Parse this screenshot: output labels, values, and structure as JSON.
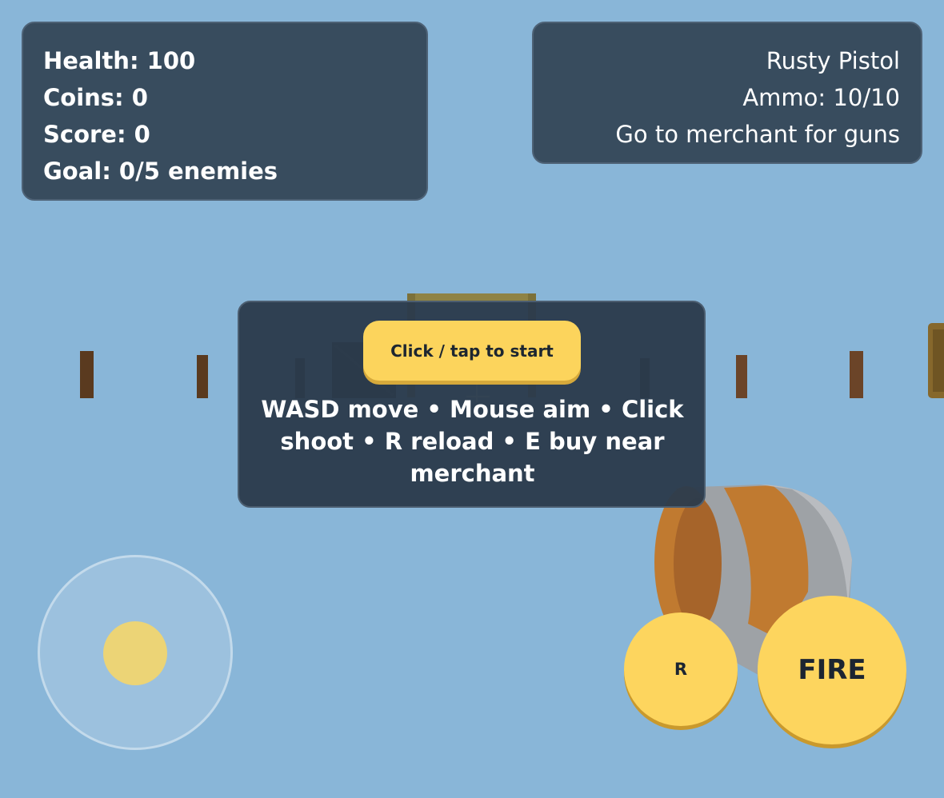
{
  "hud": {
    "health": "Health: 100",
    "coins": "Coins: 0",
    "score": "Score: 0",
    "goal": "Goal: 0/5 enemies"
  },
  "weapon": {
    "name": "Rusty Pistol",
    "ammo": "Ammo: 10/10",
    "hint": "Go to merchant for guns"
  },
  "overlay": {
    "start_label": "Click / tap to start",
    "controls_help": "WASD move • Mouse aim • Click shoot • R reload • E buy near merchant"
  },
  "touch_controls": {
    "reload_label": "R",
    "fire_label": "FIRE"
  },
  "colors": {
    "sky": "#89b6d8",
    "panel": "#384c5e",
    "accent": "#fcd45c",
    "barrel_band": "#c07a30",
    "post": "#5a3a1f"
  }
}
